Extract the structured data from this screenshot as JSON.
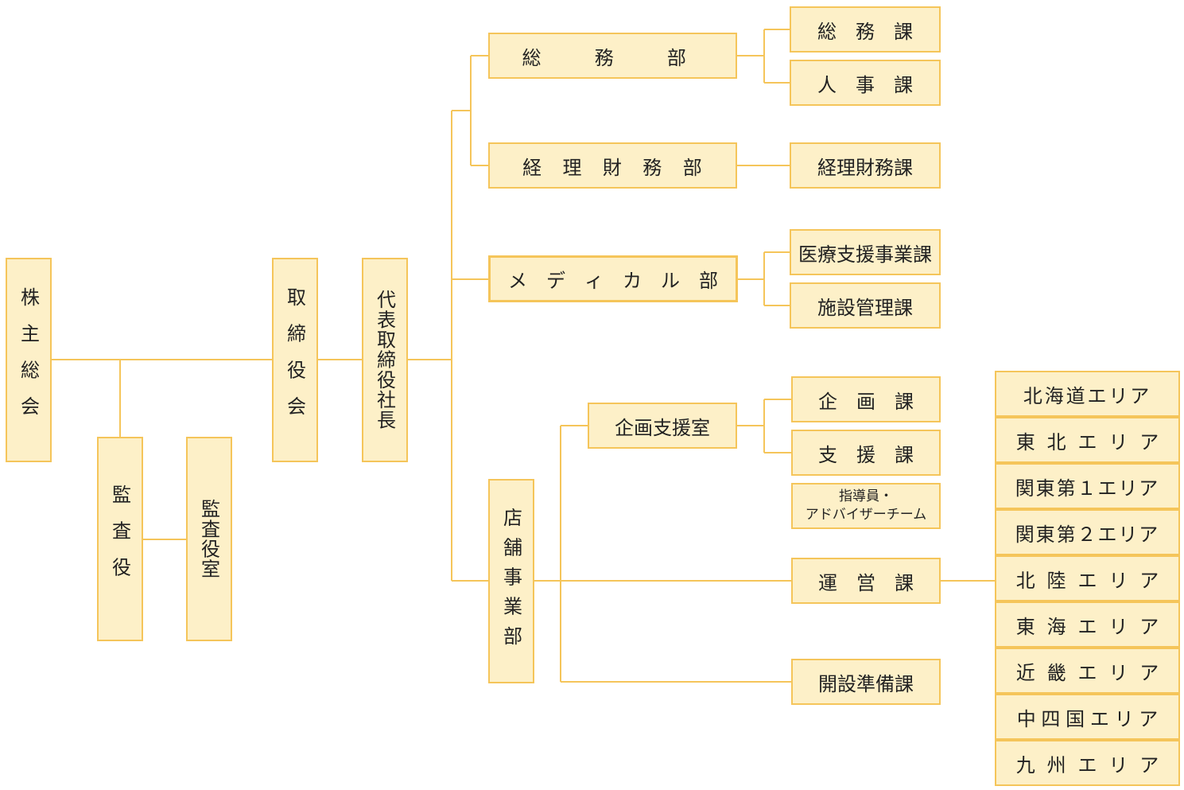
{
  "colors": {
    "box_fill": "#fdf0c8",
    "box_border": "#f5c55a",
    "line": "#f5c55a",
    "text": "#222222"
  },
  "nodes": {
    "shareholders": "株主総会",
    "auditor": "監査役",
    "audit_office": "監査役室",
    "board": "取締役会",
    "president": "代表取締役社長",
    "general_affairs": "総　務　部",
    "accounting_finance": "経　理　財　務　部",
    "medical": "メ　デ　ィ　カ　ル　部",
    "store_business": "店舗事業部",
    "general_section": "総　務　課",
    "hr_section": "人　事　課",
    "accounting_section": "経理財務課",
    "medical_support_section": "医療支援事業課",
    "facility_section": "施設管理課",
    "planning_support_office": "企画支援室",
    "planning_section": "企　画　課",
    "support_section": "支　援　課",
    "advisor_team_line1": "指導員・",
    "advisor_team_line2": "アドバイザーチーム",
    "operations_section": "運　営　課",
    "opening_prep_section": "開設準備課"
  },
  "areas": [
    "北海道エリア",
    "東北エリア",
    "関東第１エリア",
    "関東第２エリア",
    "北陸エリア",
    "東海エリア",
    "近畿エリア",
    "中四国エリア",
    "九州エリア"
  ]
}
